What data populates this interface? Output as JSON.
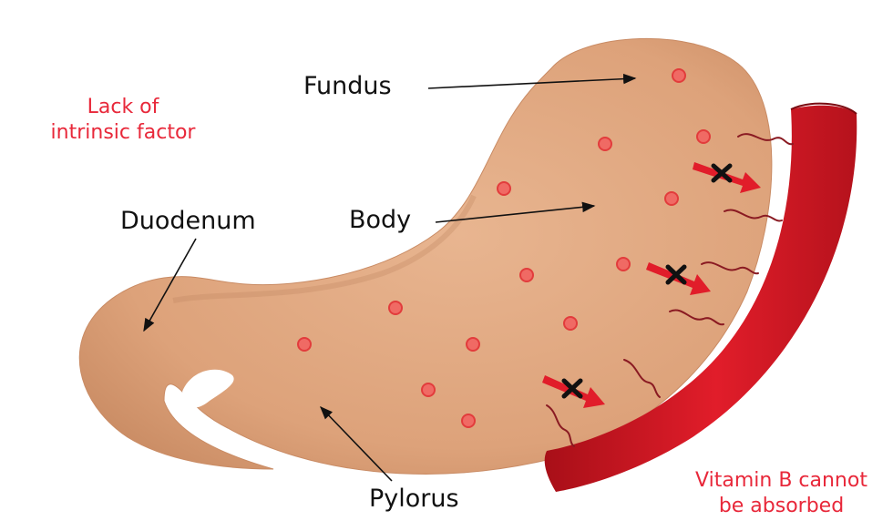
{
  "labels": {
    "fundus": "Fundus",
    "body": "Body",
    "duodenum": "Duodenum",
    "pylorus": "Pylorus"
  },
  "notes": {
    "intrinsic_line1": "Lack of",
    "intrinsic_line2": "intrinsic factor",
    "vitamin_line1": "Vitamin B cannot",
    "vitamin_line2": "be absorbed"
  },
  "colors": {
    "stomach": "#e0a57c",
    "vessel": "#d2141f",
    "note_red": "#e8283a",
    "cell": "#f05a5a"
  },
  "icons": [
    "blocked-arrow-icon",
    "x-mark-icon"
  ]
}
